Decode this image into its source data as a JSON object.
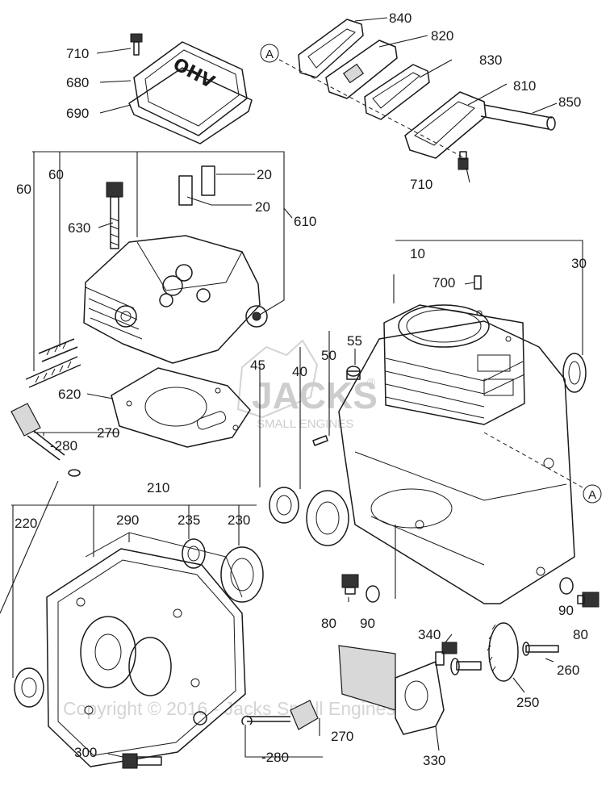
{
  "labels": {
    "p710a": "710",
    "p680": "680",
    "p690": "690",
    "p840": "840",
    "p820": "820",
    "p830": "830",
    "p810": "810",
    "p850": "850",
    "p710b": "710",
    "p60a": "60",
    "p60b": "60",
    "p20a": "20",
    "p20b": "20",
    "p630": "630",
    "p610": "610",
    "p10": "10",
    "p30": "30",
    "p700": "700",
    "p55": "55",
    "p50": "50",
    "p40": "40",
    "p45": "45",
    "p620": "620",
    "p270a": "270",
    "p280a": "-280",
    "p210": "210",
    "p220": "220",
    "p290": "290",
    "p235": "235",
    "p230": "230",
    "p80a": "80",
    "p90a": "90",
    "p90b": "90",
    "p80b": "80",
    "p340": "340",
    "p260": "260",
    "p250": "250",
    "p270b": "270",
    "p280b": "-280",
    "p300": "300",
    "p330": "330"
  },
  "refs": {
    "a_top": "A",
    "a_right": "A"
  },
  "cover_text": "OHV",
  "watermark": {
    "brand": "JACKS",
    "sub": "SMALL ENGINES",
    "reg": "®",
    "copyright": "Copyright © 2016 - Jacks Small Engines"
  }
}
